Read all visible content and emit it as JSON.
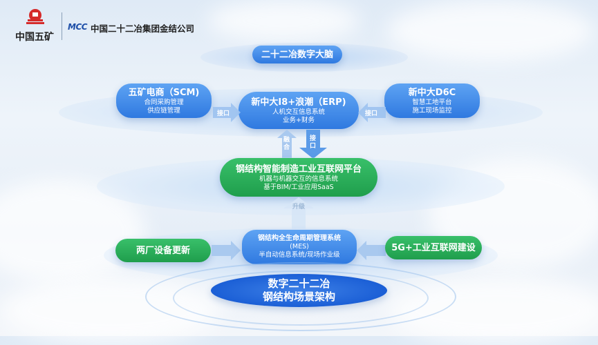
{
  "header": {
    "minmetals_name": "中国五矿",
    "mcc_mark": "MCC",
    "company_name": "中国二十二冶集团金结公司"
  },
  "top": {
    "label": "二十二冶数字大脑"
  },
  "row1": {
    "left": {
      "title": "五矿电商（SCM)",
      "lines": [
        "合同采购管理",
        "供应链管理"
      ]
    },
    "center": {
      "title": "新中大I8+浪潮（ERP)",
      "lines": [
        "人机交互信息系统",
        "业务+财务"
      ]
    },
    "right": {
      "title": "新中大D6C",
      "lines": [
        "智慧工地平台",
        "施工现场监控"
      ]
    },
    "left_arrow": "接口",
    "right_arrow": "接口"
  },
  "vertical": {
    "up_label": "融合",
    "down_label": "接口"
  },
  "row2": {
    "title": "钢结构智能制造工业互联网平台",
    "lines": [
      "机器与机器交互的信息系统",
      "基于BIM/工业应用SaaS"
    ],
    "up_label": "升级"
  },
  "row3": {
    "left": {
      "title": "两厂设备更新"
    },
    "center": {
      "title": "钢结构全生命周期管理系统",
      "sub": "(MES)",
      "line": "半自动信息系统/现场作业级"
    },
    "right": {
      "title": "5G+工业互联网建设"
    }
  },
  "bottom": {
    "line1": "数字二十二冶",
    "line2": "钢结构场景架构"
  },
  "colors": {
    "blue": "#2f79e0",
    "green": "#1f9e4c",
    "bottom_blue": "#1b5fd6"
  }
}
